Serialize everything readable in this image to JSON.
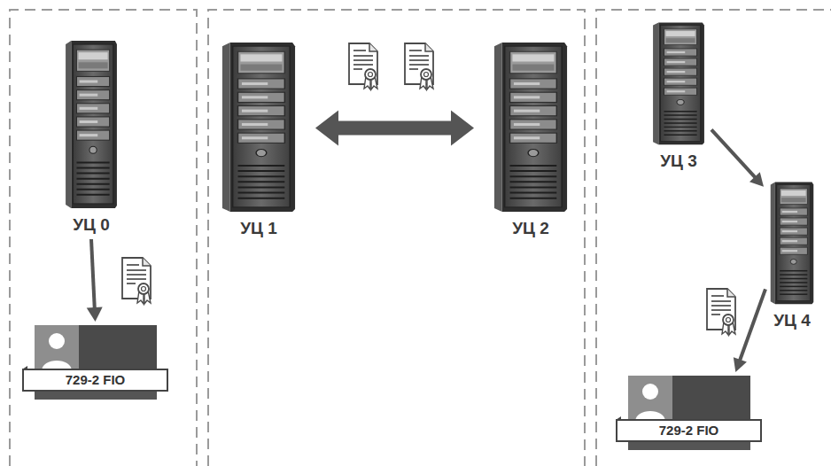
{
  "diagram": {
    "nodes": [
      {
        "text": [
          "УЦ 0"
        ]
      },
      {
        "text": [
          "729-2 FIO"
        ]
      },
      {
        "text": [
          "УЦ 1"
        ]
      },
      {
        "text": [
          "УЦ 2"
        ]
      },
      {
        "text": [
          "УЦ 3"
        ]
      },
      {
        "text": [
          "УЦ 4"
        ]
      },
      {
        "text": [
          "729-2 FIO"
        ]
      }
    ],
    "edges": [
      {
        "from": 0,
        "to": 1,
        "arrow": "to"
      },
      {
        "from": 2,
        "to": 3,
        "arrow": "both"
      },
      {
        "from": 4,
        "to": 5,
        "arrow": "to"
      },
      {
        "from": 5,
        "to": 6,
        "arrow": "to"
      }
    ]
  }
}
